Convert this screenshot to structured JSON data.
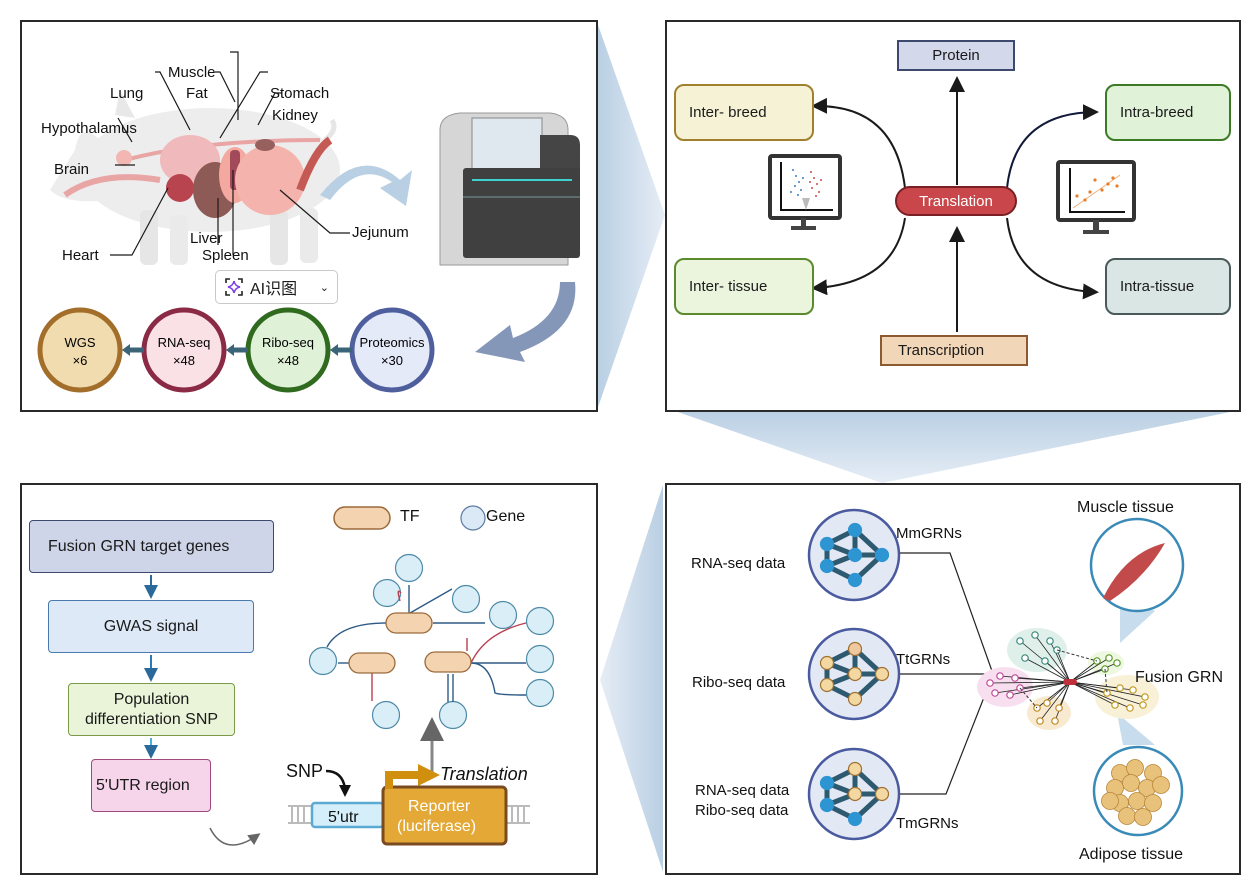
{
  "colors": {
    "panel_border": "#2a2a2a",
    "connector_fill": "#b9cfe3",
    "translation": "#c9474b",
    "protein_fill": "#d3d8ea",
    "transcription_fill": "#f1d6b8"
  },
  "panel_a": {
    "tissue_labels": [
      "Muscle",
      "Fat",
      "Lung",
      "Stomach",
      "Kidney",
      "Hypothalamus",
      "Brain",
      "Jejunum",
      "Heart",
      "Liver",
      "Spleen"
    ],
    "ai_button": {
      "icon": "sparkle-scan-icon",
      "label": "AI识图",
      "chevron": "chevron-down-icon"
    },
    "omics": [
      {
        "name": "WGS",
        "count": "×6",
        "fill": "#f0dcae",
        "stroke": "#a36e2a"
      },
      {
        "name": "RNA-seq",
        "count": "×48",
        "fill": "#f9e1e6",
        "stroke": "#8a2a45"
      },
      {
        "name": "Ribo-seq",
        "count": "×48",
        "fill": "#dff2d8",
        "stroke": "#2f6a1e"
      },
      {
        "name": "Proteomics",
        "count": "×30",
        "fill": "#e4eaf8",
        "stroke": "#4f5f9e"
      }
    ]
  },
  "panel_b": {
    "protein": "Protein",
    "translation": "Translation",
    "transcription": "Transcription",
    "inter_breed": "Inter- breed",
    "inter_tissue": "Inter- tissue",
    "intra_breed": "Intra-breed",
    "intra_tissue": "Intra-tissue"
  },
  "panel_c": {
    "steps": [
      "Fusion GRN target genes",
      "GWAS signal",
      "Population differentiation SNP",
      "5'UTR region"
    ],
    "legend": {
      "tf": "TF",
      "gene": "Gene"
    },
    "snp": "SNP",
    "utr": "5'utr",
    "reporter_line1": "Reporter",
    "reporter_line2": "(luciferase)",
    "translation": "Translation"
  },
  "panel_d": {
    "networks": [
      {
        "data": "RNA-seq data",
        "name": "MmGRNs"
      },
      {
        "data": "Ribo-seq data",
        "name": "TtGRNs"
      },
      {
        "data": "RNA-seq data\nRibo-seq data",
        "name": "TmGRNs"
      }
    ],
    "fusion": "Fusion GRN",
    "muscle": "Muscle tissue",
    "adipose": "Adipose tissue"
  }
}
